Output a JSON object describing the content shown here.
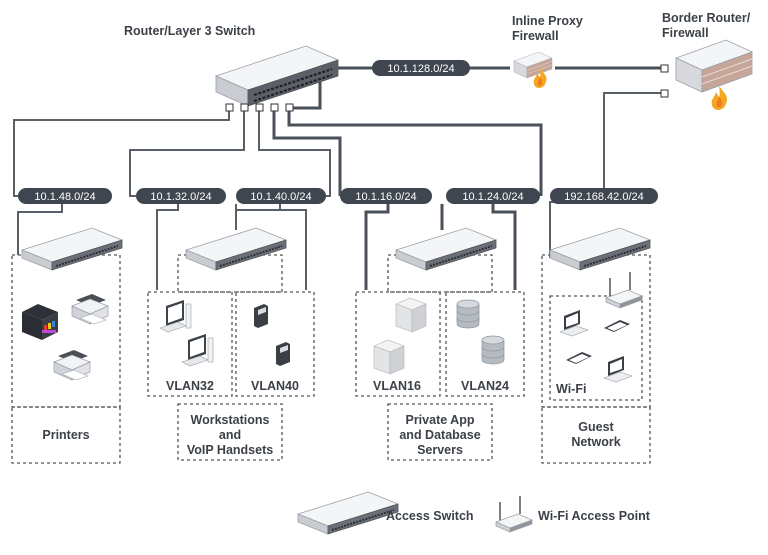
{
  "titles": {
    "core_router": [
      "Router/Layer 3 Switch"
    ],
    "proxy": [
      "Inline Proxy",
      "Firewall"
    ],
    "border": [
      "Border Router/",
      "Firewall"
    ]
  },
  "subnets": {
    "s48": "10.1.48.0/24",
    "s32": "10.1.32.0/24",
    "s40": "10.1.40.0/24",
    "s16": "10.1.16.0/24",
    "s24": "10.1.24.0/24",
    "guest": "192.168.42.0/24",
    "wan": "10.1.128.0/24"
  },
  "vlans": {
    "v32": "VLAN32",
    "v40": "VLAN40",
    "v16": "VLAN16",
    "v24": "VLAN24",
    "wifi": "Wi-Fi"
  },
  "zones": {
    "printers": [
      "Printers"
    ],
    "workstations": [
      "Workstations",
      "and",
      "VoIP Handsets"
    ],
    "servers": [
      "Private App",
      "and Database",
      "Servers"
    ],
    "guest": [
      "Guest",
      "Network"
    ]
  },
  "legend": {
    "access_switch": "Access Switch",
    "wifi_ap": "Wi-Fi Access Point"
  }
}
